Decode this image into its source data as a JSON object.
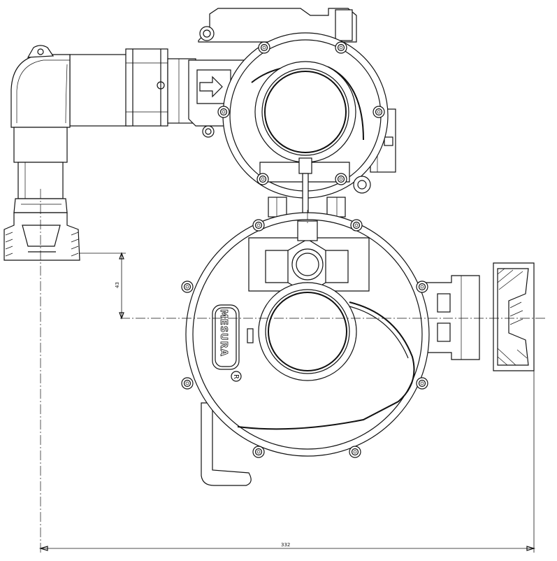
{
  "drawing": {
    "brand_logo": "MESURA",
    "registered_mark": "R",
    "dimensions": [
      {
        "id": "vertical-offset",
        "value": "43"
      },
      {
        "id": "overall-width",
        "value": "332"
      }
    ],
    "flow_direction": "arrow-right-icon"
  }
}
